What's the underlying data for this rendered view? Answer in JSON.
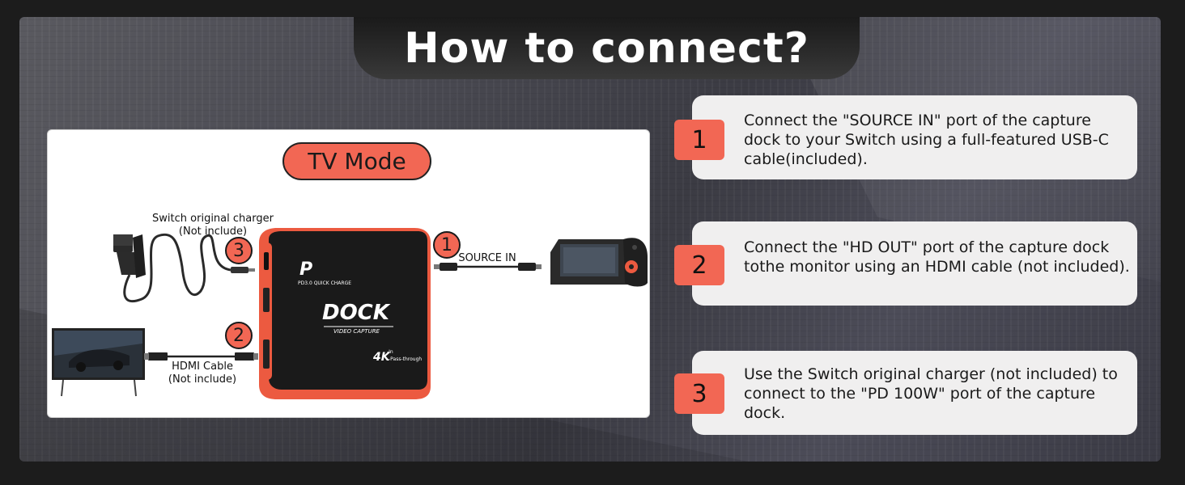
{
  "title": "How to connect?",
  "mode_label": "TV Mode",
  "diagram": {
    "charger_label_line1": "Switch original charger",
    "charger_label_line2": "(Not include)",
    "hdmi_label_line1": "HDMI Cable",
    "hdmi_label_line2": "(Not include)",
    "source_label": "SOURCE IN",
    "dock_brand": "DOCK",
    "dock_sub": "VIDEO CAPTURE",
    "dock_pd": "PD3.0 QUICK CHARGE",
    "dock_4k_main": "4K",
    "dock_4k_in": "-In",
    "dock_4k_pass": "-Pass-through",
    "markers": [
      "1",
      "2",
      "3"
    ]
  },
  "steps": [
    {
      "number": "1",
      "text": "Connect the \"SOURCE IN\" port of the capture dock to your Switch using a full-featured USB-C cable(included)."
    },
    {
      "number": "2",
      "text": "Connect the \"HD OUT\" port of the capture dock tothe monitor using an HDMI cable (not included)."
    },
    {
      "number": "3",
      "text": "Use the Switch original charger (not included) to connect to the \"PD 100W\" port of the capture dock."
    }
  ],
  "colors": {
    "accent": "#f26754",
    "card": "#f0efef",
    "dark": "#1a1a1a"
  }
}
